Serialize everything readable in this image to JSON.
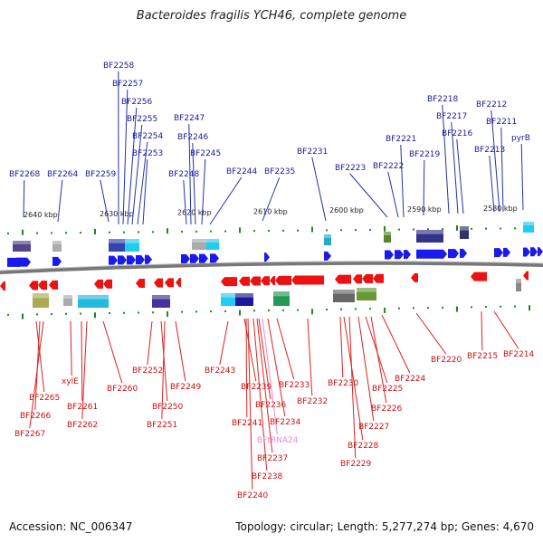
{
  "title": "Bacteroides fragilis YCH46, complete genome",
  "footer": {
    "accession": "Accession: NC_006347",
    "summary": "Topology: circular; Length: 5,277,274 bp; Genes: 4,670"
  },
  "colors": {
    "forward": "#1a1aee",
    "reverse": "#ee1111",
    "label_forward": "#1a1a99",
    "label_reverse": "#cc1111",
    "label_rna": "#ee88cc",
    "backbone": "#777777",
    "tick": "#1a8a1a"
  },
  "kbp_labels": [
    "2640 kbp",
    "2630 kbp",
    "2620 kbp",
    "2610 kbp",
    "2600 kbp",
    "2590 kbp",
    "2580 kbp"
  ],
  "top_labels": [
    "BF2268",
    "BF2264",
    "BF2259",
    "BF2258",
    "BF2257",
    "BF2256",
    "BF2255",
    "BF2254",
    "BF2253",
    "BF2248",
    "BF2247",
    "BF2246",
    "BF2245",
    "BF2244",
    "BF2235",
    "BF2231",
    "BF2223",
    "BF2222",
    "BF2221",
    "BF2219",
    "BF2218",
    "BF2217",
    "BF2216",
    "BF2213",
    "BF2212",
    "BF2211",
    "pyrB"
  ],
  "bottom_labels": [
    "BF2265",
    "BF2266",
    "BF2267",
    "xylE",
    "BF2261",
    "BF2262",
    "BF2260",
    "BF2252",
    "BF2250",
    "BF2251",
    "BF2249",
    "BF2243",
    "BF2239",
    "BF2241",
    "BF2236",
    "BF2240",
    "BF2238",
    "BF2237",
    "BF2233",
    "BF2234",
    "BFtRNA24",
    "BF2232",
    "BF2230",
    "BF2228",
    "BF2229",
    "BF2227",
    "BF2225",
    "BF2226",
    "BF2224",
    "BF2220",
    "BF2215",
    "BF2214"
  ]
}
